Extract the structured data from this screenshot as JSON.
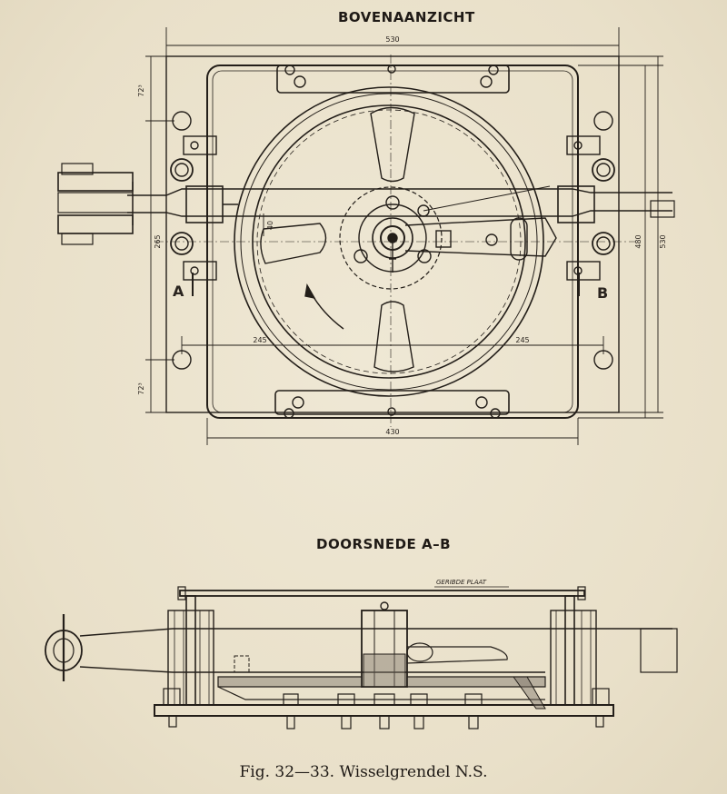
{
  "top_view": {
    "title": "BOVENAANZICHT",
    "dimensions": {
      "width_outer": "530",
      "width_inner": "430",
      "height_left": "265",
      "height_right_1": "480",
      "height_right_2": "530",
      "margin_top": "72³",
      "margin_bottom": "72³",
      "radius_left": "245",
      "radius_right": "245",
      "slot": "40"
    },
    "section_marks": {
      "left": "A",
      "right": "B"
    }
  },
  "section_view": {
    "title": "DOORSNEDE  A–B",
    "plate_label": "GERIBDE PLAAT"
  },
  "caption": "Fig. 32—33. Wisselgrendel N.S."
}
